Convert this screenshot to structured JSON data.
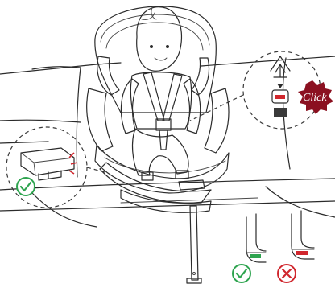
{
  "callout": {
    "click_label": "Click"
  },
  "indicators": {
    "correct_icon": "check-circle-icon",
    "incorrect_icon": "cross-circle-icon",
    "colors": {
      "correct": "#2ea44f",
      "incorrect": "#d0262d",
      "click_burst": "#8b1020",
      "seat_gray": "#d9d9d9",
      "shell_gray": "#cfcfcf"
    }
  },
  "scene": {
    "icons": [
      "sofa-seat-illustration",
      "child-car-seat-illustration",
      "child-figure-illustration",
      "isofix-connector-detail",
      "support-leg-indicator-green",
      "support-leg-indicator-red"
    ]
  }
}
